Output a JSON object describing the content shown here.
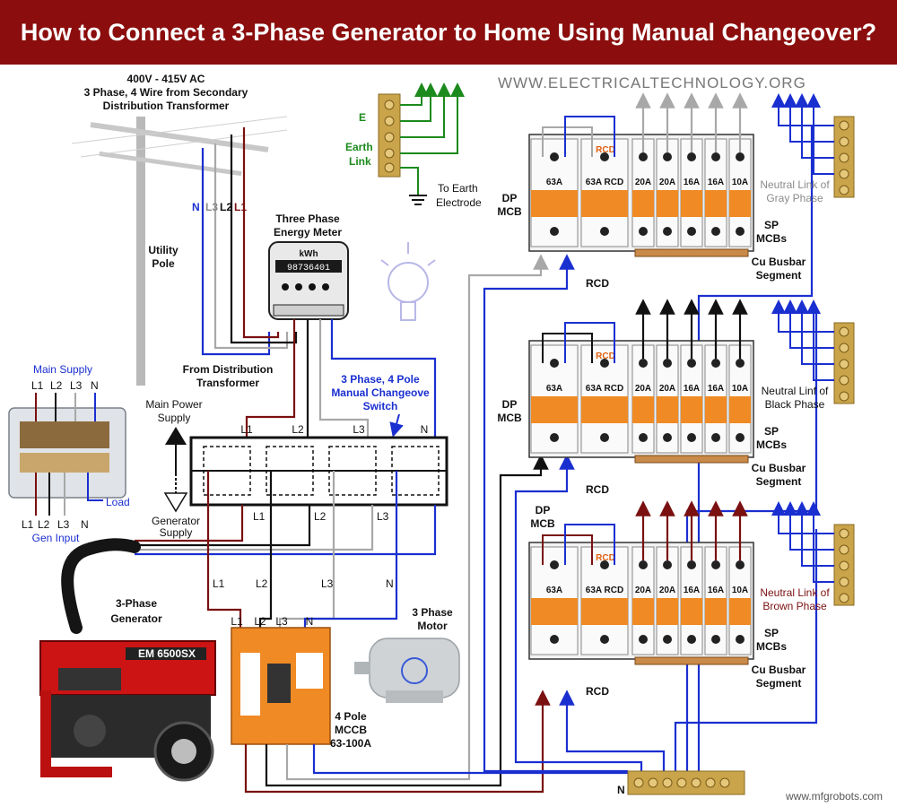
{
  "title": "How to Connect a 3-Phase Generator to Home Using Manual Changeover?",
  "website": "WWW.ELECTRICALTECHNOLOGY.ORG",
  "watermark": "www.mfgrobots.com",
  "supply": {
    "voltage": "400V - 415V AC",
    "line2": "3 Phase, 4 Wire from Secondary",
    "line3": "Distribution Transformer",
    "utility_pole_1": "Utility",
    "utility_pole_2": "Pole",
    "tag_N": "N",
    "tag_L3": "L3",
    "tag_L2": "L2",
    "tag_L1": "L1",
    "from_dist_1": "From Distribution",
    "from_dist_2": "Transformer"
  },
  "earth": {
    "E": "E",
    "earth_1": "Earth",
    "earth_2": "Link",
    "to_earth_1": "To Earth",
    "to_earth_2": "Electrode"
  },
  "meter": {
    "label_1": "Three Phase",
    "label_2": "Energy Meter",
    "unit": "kWh",
    "reading": "98736401"
  },
  "changeover": {
    "label_1": "3 Phase, 4 Pole",
    "label_2": "Manual Changeove",
    "label_3": "Switch",
    "top_L1": "L1",
    "top_L2": "L2",
    "top_L3": "L3",
    "top_N": "N",
    "bot_L1": "L1",
    "bot_L2": "L2",
    "bot_L3": "L3",
    "main_power_1": "Main Power",
    "main_power_2": "Supply",
    "gen_supply_1": "Generator",
    "gen_supply_2": "Supply"
  },
  "inset": {
    "main_supply": "Main Supply",
    "L1": "L1",
    "L2": "L2",
    "L3": "L3",
    "N": "N",
    "load": "Load",
    "bL1": "L1",
    "bL2": "L2",
    "bL3": "L3",
    "bN": "N",
    "gen_input": "Gen Input"
  },
  "generator": {
    "label_1": "3-Phase",
    "label_2": "Generator",
    "model": "EM 6500SX"
  },
  "mccb": {
    "L1": "L1",
    "L2": "L2",
    "L3": "L3",
    "N": "N",
    "mid_L1": "L1",
    "mid_L2": "L2",
    "mid_L3": "L3",
    "mid_N": "N",
    "label_1": "4 Pole",
    "label_2": "MCCB",
    "label_3": "63-100A"
  },
  "motor": {
    "label_1": "3 Phase",
    "label_2": "Motor"
  },
  "neutral_bar_label": "N",
  "panels": [
    {
      "dp_1": "DP",
      "dp_2": "MCB",
      "main_rating": "63A",
      "rcd_tag": "RCD",
      "rcd_rating": "63A RCD",
      "mcb_ratings": [
        "20A",
        "20A",
        "16A",
        "16A",
        "10A"
      ],
      "sp_1": "SP",
      "sp_2": "MCBs",
      "busbar_1": "Cu Busbar",
      "busbar_2": "Segment",
      "rcd_label": "RCD",
      "neutral_1": "Neutral Link of",
      "neutral_2": "Gray Phase",
      "phase_color": "#a8a8a8"
    },
    {
      "dp_1": "DP",
      "dp_2": "MCB",
      "main_rating": "63A",
      "rcd_tag": "RCD",
      "rcd_rating": "63A RCD",
      "mcb_ratings": [
        "20A",
        "20A",
        "16A",
        "16A",
        "10A"
      ],
      "sp_1": "SP",
      "sp_2": "MCBs",
      "busbar_1": "Cu Busbar",
      "busbar_2": "Segment",
      "rcd_label": "RCD",
      "neutral_1": "Neutral Linf of",
      "neutral_2": "Black Phase",
      "phase_color": "#111111"
    },
    {
      "dp_1": "DP",
      "dp_2": "MCB",
      "main_rating": "63A",
      "rcd_tag": "RCD",
      "rcd_rating": "63A RCD",
      "mcb_ratings": [
        "20A",
        "20A",
        "16A",
        "16A",
        "10A"
      ],
      "sp_1": "SP",
      "sp_2": "MCBs",
      "busbar_1": "Cu Busbar",
      "busbar_2": "Segment",
      "rcd_label": "RCD",
      "neutral_1": "Neutral Link of",
      "neutral_2": "Brown Phase",
      "phase_color": "#7a1010"
    }
  ],
  "colors": {
    "title_bg": "#8b0d0d",
    "L1_wire": "#7a1010",
    "L2_wire": "#111111",
    "L3_wire": "#a8a8a8",
    "N_wire": "#1a2fd0",
    "earth_wire": "#1c8a1c",
    "breaker_orange": "#f08a24"
  }
}
